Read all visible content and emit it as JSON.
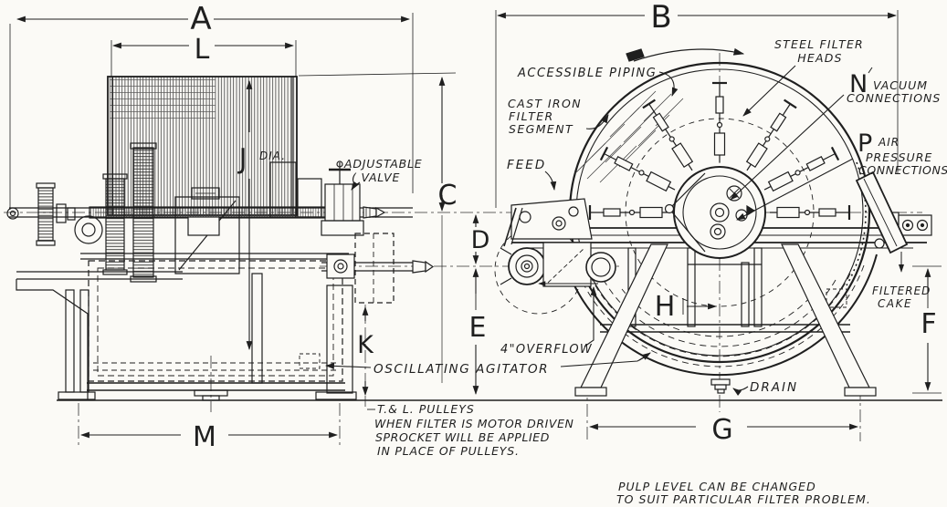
{
  "colors": {
    "ink": "#1f1f1f",
    "paper": "#fbfaf6"
  },
  "dimensions": {
    "A": "A",
    "B": "B",
    "C": "C",
    "D": "D",
    "E": "E",
    "F": "F",
    "G": "G",
    "H": "H",
    "J": "J",
    "K": "K",
    "L": "L",
    "M": "M",
    "N": "N",
    "P": "P",
    "dia": "DIA."
  },
  "callouts": {
    "accessible_piping": "ACCESSIBLE PIPING",
    "steel_filter_heads": [
      "STEEL FILTER",
      "HEADS"
    ],
    "cast_iron_segment": [
      "CAST IRON",
      "FILTER",
      "SEGMENT"
    ],
    "feed": "FEED",
    "vacuum_connections": [
      "VACUUM",
      "CONNECTIONS"
    ],
    "air_pressure_connections": [
      "AIR",
      "PRESSURE",
      "CONNECTIONS"
    ],
    "filtered_cake": [
      "FILTERED",
      "CAKE"
    ],
    "overflow": "4\"OVERFLOW",
    "oscillating_agitator": "OSCILLATING AGITATOR",
    "drain": "DRAIN",
    "adjustable_valve": [
      "ADJUSTABLE",
      "( VALVE"
    ]
  },
  "notes": {
    "pulleys": [
      "T.& L. PULLEYS",
      "WHEN FILTER IS MOTOR DRIVEN",
      "SPROCKET WILL BE APPLIED",
      "IN PLACE OF PULLEYS."
    ],
    "pulp": [
      "PULP LEVEL CAN BE CHANGED",
      "TO SUIT PARTICULAR FILTER PROBLEM."
    ]
  }
}
